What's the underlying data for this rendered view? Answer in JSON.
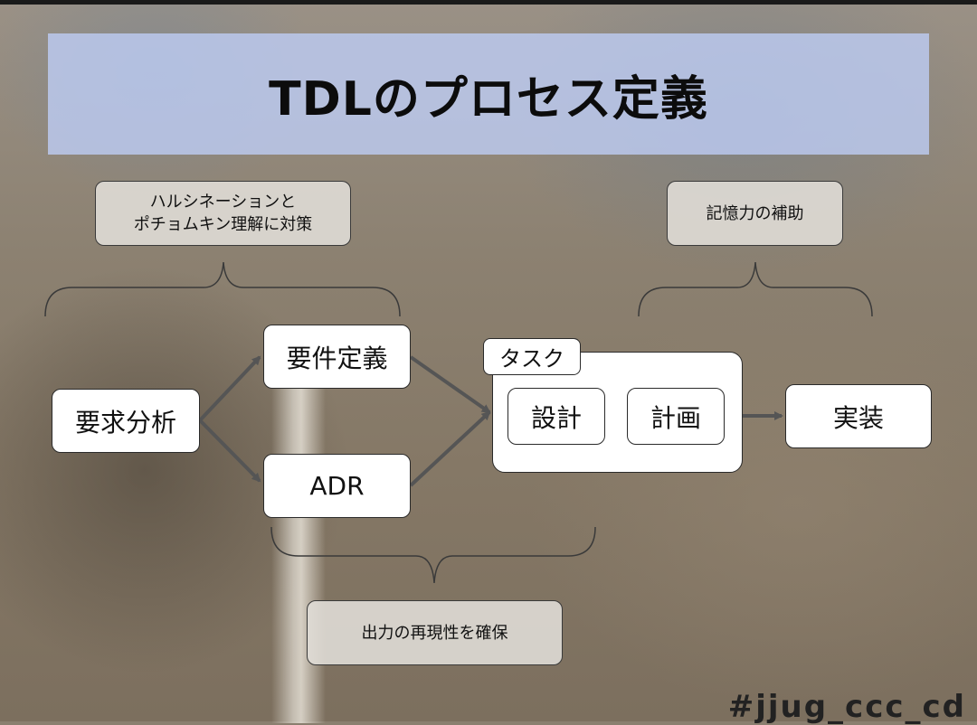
{
  "title": "TDLのプロセス定義",
  "notes": {
    "hallucination_line1": "ハルシネーションと",
    "hallucination_line2": "ポチョムキン理解に対策",
    "memory": "記憶力の補助",
    "reproducibility": "出力の再現性を確保"
  },
  "nodes": {
    "requirement_analysis": "要求分析",
    "requirement_definition": "要件定義",
    "adr": "ADR",
    "task_group": "タスク",
    "design": "設計",
    "plan": "計画",
    "implementation": "実装"
  },
  "footer": {
    "hashtag": "#jjug_ccc_cd"
  },
  "colors": {
    "title_banner": "#bccdf5",
    "box_fill": "#ffffff",
    "note_fill": "#e1ded8",
    "arrow": "#555555"
  }
}
